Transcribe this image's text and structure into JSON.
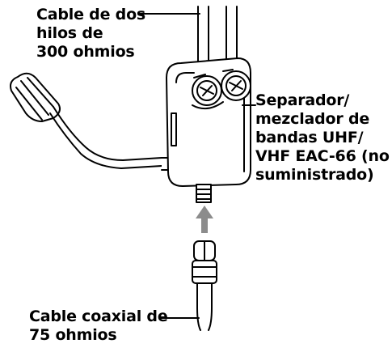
{
  "labels": {
    "twin_lead": "Cable de dos\nhilos de\n300 ohmios",
    "separator": "Separador/\nmezclador de\nbandas UHF/\nVHF EAC-66 (no\nsuministrado)",
    "coaxial": "Cable coaxial de\n75 ohmios"
  },
  "colors": {
    "line": "#000000",
    "fill": "#ffffff",
    "shade": "#d9d9d9",
    "arrow": "#8c8c8c"
  }
}
